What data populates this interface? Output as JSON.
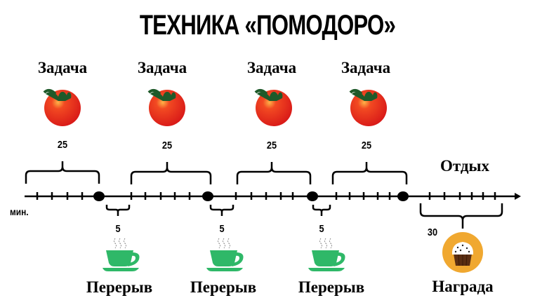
{
  "title": "ТЕХНИКА «ПОМОДОРО»",
  "unit_label": "мин.",
  "colors": {
    "tomato": "#e8251f",
    "tomato_leaf": "#1f5a2a",
    "cup": "#2fb868",
    "reward_circle": "#f0a830",
    "line": "#000000"
  },
  "tasks": [
    {
      "label": "Задача",
      "duration": "25",
      "icon": "tomato-icon"
    },
    {
      "label": "Задача",
      "duration": "25",
      "icon": "tomato-icon"
    },
    {
      "label": "Задача",
      "duration": "25",
      "icon": "tomato-icon"
    },
    {
      "label": "Задача",
      "duration": "25",
      "icon": "tomato-icon"
    }
  ],
  "breaks": [
    {
      "label": "Перерыв",
      "duration": "5",
      "icon": "coffee-cup-icon"
    },
    {
      "label": "Перерыв",
      "duration": "5",
      "icon": "coffee-cup-icon"
    },
    {
      "label": "Перерыв",
      "duration": "5",
      "icon": "coffee-cup-icon"
    }
  ],
  "rest": {
    "label": "Отдых",
    "duration": "30"
  },
  "reward": {
    "label": "Награда",
    "icon": "cupcake-icon"
  }
}
